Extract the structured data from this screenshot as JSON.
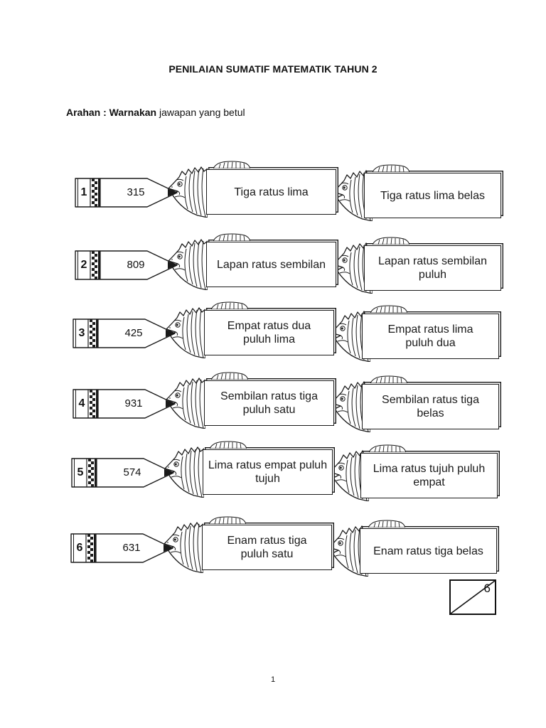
{
  "title": "PENILAIAN SUMATIF MATEMATIK TAHUN 2",
  "instruction": {
    "label": "Arahan : Warnakan",
    "text": "jawapan yang betul"
  },
  "questions": [
    {
      "index": "1",
      "numeral": "315",
      "options": [
        {
          "lines": [
            "Tiga ratus lima"
          ]
        },
        {
          "lines": [
            "Tiga ratus lima belas"
          ]
        }
      ]
    },
    {
      "index": "2",
      "numeral": "809",
      "options": [
        {
          "lines": [
            "Lapan ratus sembilan"
          ]
        },
        {
          "lines": [
            "Lapan ratus sembilan",
            "puluh"
          ]
        }
      ]
    },
    {
      "index": "3",
      "numeral": "425",
      "options": [
        {
          "lines": [
            "Empat ratus dua",
            "puluh lima"
          ]
        },
        {
          "lines": [
            "Empat ratus lima",
            "puluh dua"
          ]
        }
      ]
    },
    {
      "index": "4",
      "numeral": "931",
      "options": [
        {
          "lines": [
            "Sembilan ratus tiga",
            "puluh satu"
          ]
        },
        {
          "lines": [
            "Sembilan ratus tiga",
            "belas"
          ]
        }
      ]
    },
    {
      "index": "5",
      "numeral": "574",
      "options": [
        {
          "lines": [
            "Lima ratus empat puluh",
            "tujuh"
          ]
        },
        {
          "lines": [
            "Lima ratus tujuh puluh",
            "empat"
          ]
        }
      ]
    },
    {
      "index": "6",
      "numeral": "631",
      "options": [
        {
          "lines": [
            "Enam ratus tiga",
            "puluh satu"
          ]
        },
        {
          "lines": [
            "Enam ratus tiga belas"
          ]
        }
      ]
    }
  ],
  "score_box": {
    "total": "6"
  },
  "page_number": "1",
  "icons": {
    "pencil": "pencil-icon",
    "fish_head": "fish-head-icon",
    "fin": "fish-fin-icon"
  },
  "colors": {
    "ink": "#1a1a1a",
    "paper": "#ffffff"
  }
}
